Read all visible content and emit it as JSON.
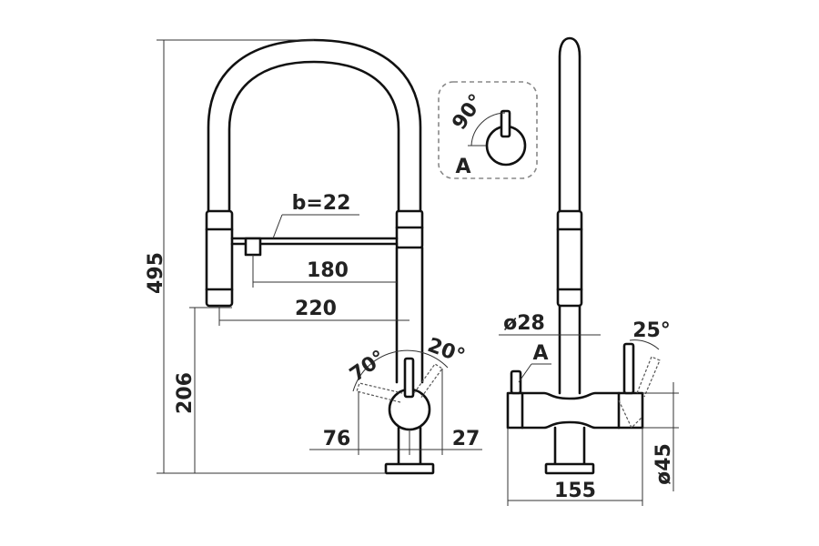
{
  "dimensions": {
    "total_height": "495",
    "base_to_spout_height": "206",
    "hose_diameter": "b=22",
    "spout_reach_inner": "180",
    "spout_reach_outer": "220",
    "handle_angle_back": "70°",
    "handle_angle_front": "20°",
    "handle_offset_left": "76",
    "handle_offset_right": "27",
    "body_diameter": "ø28",
    "side_lever_angle": "25°",
    "base_diameter": "ø45",
    "base_width": "155",
    "inset_angle": "90°"
  },
  "labels": {
    "view_marker_inset": "A",
    "view_marker_side": "A"
  },
  "colors": {
    "line": "#111111",
    "dimension": "#333333",
    "inset_border": "#888888"
  }
}
